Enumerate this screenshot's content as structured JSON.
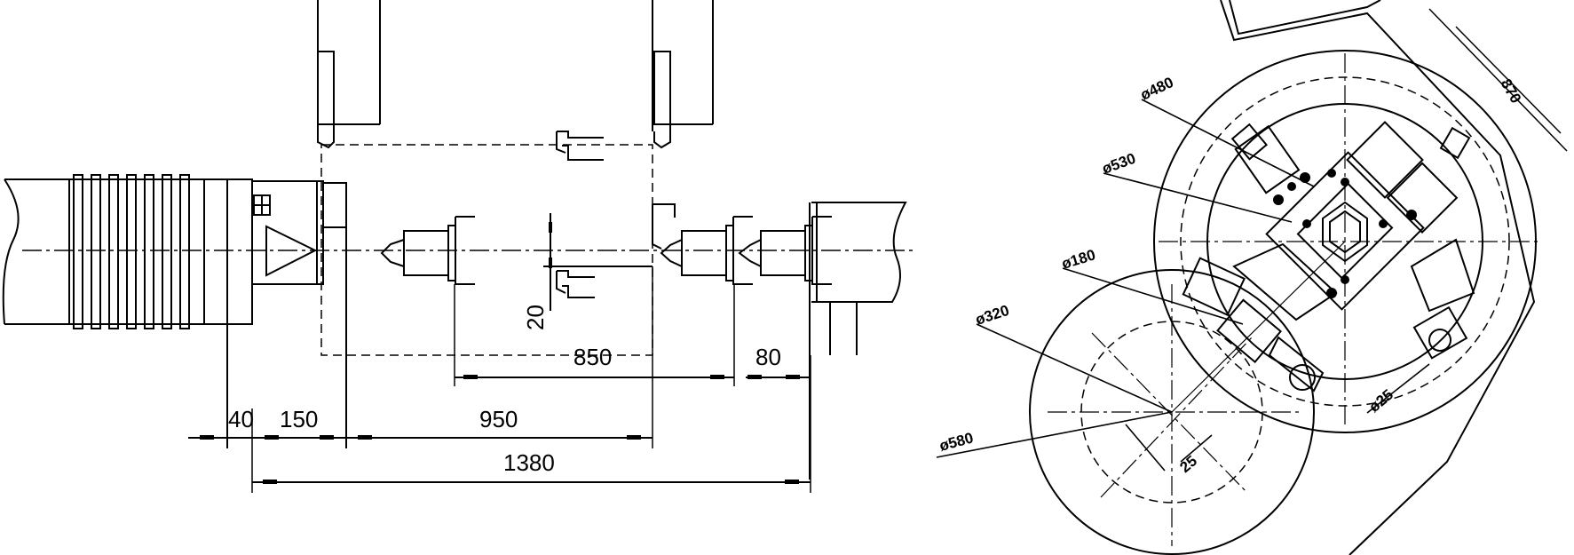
{
  "left_view": {
    "dimensions": {
      "d40": "40",
      "d150": "150",
      "d950": "950",
      "d1380": "1380",
      "d850": "850",
      "d80": "80",
      "d20": "20"
    }
  },
  "right_view": {
    "labels": {
      "phi480": "ø480",
      "phi530": "ø530",
      "phi180": "ø180",
      "phi320": "ø320",
      "phi580": "ø580",
      "phi25": "ø25",
      "d25": "25",
      "d870": "870"
    }
  }
}
